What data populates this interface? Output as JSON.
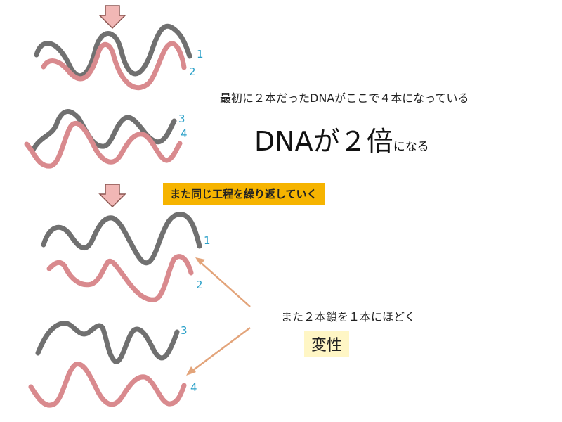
{
  "labels": {
    "n1a": "1",
    "n2a": "2",
    "n3a": "3",
    "n4a": "4",
    "n1b": "1",
    "n2b": "2",
    "n3b": "3",
    "n4b": "4"
  },
  "caption_first": "最初に２本だったDNAがここで４本になっている",
  "headline_main": "DNAが２倍",
  "headline_suffix": "になる",
  "repeat_label": "また同じ工程を繰り返していく",
  "unwind_caption": "また２本鎖を１本にほどく",
  "denature_label": "変性",
  "colors": {
    "gray_strand": "#707070",
    "pink_strand": "#d98a8e",
    "number": "#2aa0c8",
    "arrow_orange": "#e3a47a",
    "down_arrow_fill": "#f1b7b5",
    "down_arrow_stroke": "#8a5550",
    "repeat_badge": "#f6b400",
    "denature_badge": "#fff6c5"
  }
}
